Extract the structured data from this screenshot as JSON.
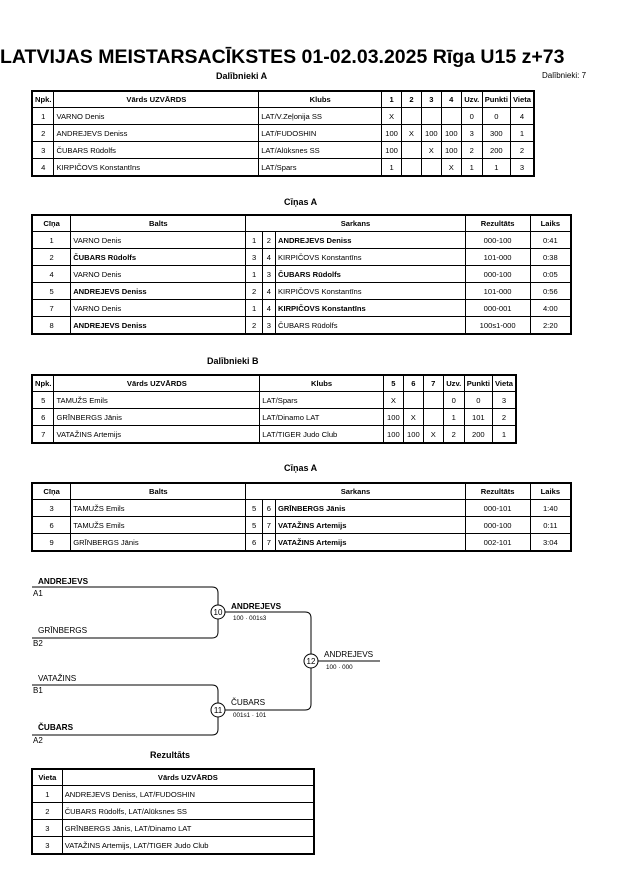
{
  "title": "LATVIJAS MEISTARSACĪKSTES  01-02.03.2025  Rīga   U15 z+73",
  "pool_a": {
    "caption": "Dalībnieki A",
    "count": "Dalībnieki: 7",
    "headers": [
      "Npk.",
      "Vārds UZVĀRDS",
      "Klubs",
      "1",
      "2",
      "3",
      "4",
      "Uzv.",
      "Punkti",
      "Vieta"
    ],
    "rows": [
      {
        "npk": "1",
        "name": "VARNO Denis",
        "club": "LAT/V.Zeļonija SS",
        "s1": "X",
        "s2": "",
        "s3": "",
        "s4": "",
        "uzv": "0",
        "pts": "0",
        "place": "4"
      },
      {
        "npk": "2",
        "name": "ANDREJEVS Deniss",
        "club": "LAT/FUDOSHIN",
        "s1": "100",
        "s2": "X",
        "s3": "100",
        "s4": "100",
        "uzv": "3",
        "pts": "300",
        "place": "1"
      },
      {
        "npk": "3",
        "name": "ČUBARS Rūdolfs",
        "club": "LAT/Alūksnes SS",
        "s1": "100",
        "s2": "",
        "s3": "X",
        "s4": "100",
        "uzv": "2",
        "pts": "200",
        "place": "2"
      },
      {
        "npk": "4",
        "name": "KIRPIČOVS Konstantīns",
        "club": "LAT/Spars",
        "s1": "1",
        "s2": "",
        "s3": "",
        "s4": "X",
        "uzv": "1",
        "pts": "1",
        "place": "3"
      }
    ]
  },
  "fights_a": {
    "caption": "Cīņas A",
    "headers": [
      "Cīņa",
      "Balts",
      "Sarkans",
      "Rezultāts",
      "Laiks"
    ],
    "rows": [
      {
        "n": "1",
        "white": "VARNO Denis",
        "wb": false,
        "w": "1",
        "r": "2",
        "red": "ANDREJEVS Deniss",
        "rb": true,
        "res": "000-100",
        "time": "0:41"
      },
      {
        "n": "2",
        "white": "ČUBARS Rūdolfs",
        "wb": true,
        "w": "3",
        "r": "4",
        "red": "KIRPIČOVS Konstantīns",
        "rb": false,
        "res": "101-000",
        "time": "0:38"
      },
      {
        "n": "4",
        "white": "VARNO Denis",
        "wb": false,
        "w": "1",
        "r": "3",
        "red": "ČUBARS Rūdolfs",
        "rb": true,
        "res": "000-100",
        "time": "0:05"
      },
      {
        "n": "5",
        "white": "ANDREJEVS Deniss",
        "wb": true,
        "w": "2",
        "r": "4",
        "red": "KIRPIČOVS Konstantīns",
        "rb": false,
        "res": "101-000",
        "time": "0:56"
      },
      {
        "n": "7",
        "white": "VARNO Denis",
        "wb": false,
        "w": "1",
        "r": "4",
        "red": "KIRPIČOVS Konstantīns",
        "rb": true,
        "res": "000-001",
        "time": "4:00"
      },
      {
        "n": "8",
        "white": "ANDREJEVS Deniss",
        "wb": true,
        "w": "2",
        "r": "3",
        "red": "ČUBARS Rūdolfs",
        "rb": false,
        "res": "100s1-000",
        "time": "2:20"
      }
    ]
  },
  "pool_b": {
    "caption": "Dalībnieki B",
    "headers": [
      "Npk.",
      "Vārds UZVĀRDS",
      "Klubs",
      "5",
      "6",
      "7",
      "Uzv.",
      "Punkti",
      "Vieta"
    ],
    "rows": [
      {
        "npk": "5",
        "name": "TAMUŽS Emils",
        "club": "LAT/Spars",
        "s1": "X",
        "s2": "",
        "s3": "",
        "uzv": "0",
        "pts": "0",
        "place": "3"
      },
      {
        "npk": "6",
        "name": "GRĪNBERGS Jānis",
        "club": "LAT/Dinamo LAT",
        "s1": "100",
        "s2": "X",
        "s3": "",
        "uzv": "1",
        "pts": "101",
        "place": "2"
      },
      {
        "npk": "7",
        "name": "VATAŽINS Artemijs",
        "club": "LAT/TIGER Judo Club",
        "s1": "100",
        "s2": "100",
        "s3": "X",
        "uzv": "2",
        "pts": "200",
        "place": "1"
      }
    ]
  },
  "fights_b": {
    "caption": "Cīņas A",
    "headers": [
      "Cīņa",
      "Balts",
      "Sarkans",
      "Rezultāts",
      "Laiks"
    ],
    "rows": [
      {
        "n": "3",
        "white": "TAMUŽS Emils",
        "wb": false,
        "w": "5",
        "r": "6",
        "red": "GRĪNBERGS Jānis",
        "rb": true,
        "res": "000-101",
        "time": "1:40"
      },
      {
        "n": "6",
        "white": "TAMUŽS Emils",
        "wb": false,
        "w": "5",
        "r": "7",
        "red": "VATAŽINS Artemijs",
        "rb": true,
        "res": "000-100",
        "time": "0:11"
      },
      {
        "n": "9",
        "white": "GRĪNBERGS Jānis",
        "wb": false,
        "w": "6",
        "r": "7",
        "red": "VATAŽINS Artemijs",
        "rb": true,
        "res": "002-101",
        "time": "3:04"
      }
    ]
  },
  "bracket": {
    "top1_name": "ANDREJEVS",
    "top1_seed": "A1",
    "top2_name": "GRĪNBERGS",
    "top2_seed": "B2",
    "bot1_name": "VATAŽINS",
    "bot1_seed": "B1",
    "bot2_name": "ČUBARS",
    "bot2_seed": "A2",
    "m10": "10",
    "m10_winner": "ANDREJEVS",
    "m10_score": "100 · 001s3",
    "m11": "11",
    "m11_winner": "ČUBARS",
    "m11_score": "001s1 · 101",
    "m12": "12",
    "m12_winner": "ANDREJEVS",
    "m12_score": "100 · 000"
  },
  "results": {
    "caption": "Rezultāts",
    "headers": [
      "Vieta",
      "Vārds UZVĀRDS"
    ],
    "rows": [
      {
        "place": "1",
        "name": "ANDREJEVS Deniss, LAT/FUDOSHIN"
      },
      {
        "place": "2",
        "name": "ČUBARS Rūdolfs, LAT/Alūksnes SS"
      },
      {
        "place": "3",
        "name": "GRĪNBERGS Jānis, LAT/Dinamo LAT"
      },
      {
        "place": "3",
        "name": "VATAŽINS Artemijs, LAT/TIGER Judo Club"
      }
    ]
  }
}
